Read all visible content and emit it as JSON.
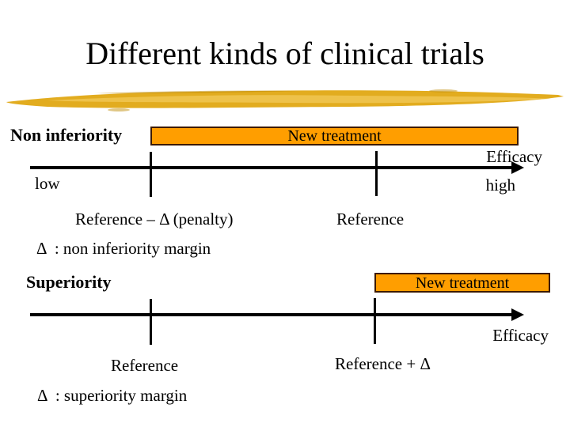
{
  "slide": {
    "title": "Different kinds of clinical trials"
  },
  "colors": {
    "bar_fill": "#FF9E00",
    "bar_border": "#3D1A00",
    "brush_gold": "#E2AC1F",
    "brush_light": "#F2CA5A",
    "axis": "#000000"
  },
  "non_inferiority": {
    "heading": "Non inferiority",
    "bar_label": "New treatment",
    "efficacy_label": "Efficacy",
    "low_label": "low",
    "high_label": "high",
    "tick1_label": "Reference – Δ (penalty)",
    "tick2_label": "Reference",
    "margin_note": "Δ  : non inferiority margin"
  },
  "superiority": {
    "heading": "Superiority",
    "bar_label": "New treatment",
    "efficacy_label": "Efficacy",
    "tick1_label": "Reference",
    "tick2_label": "Reference + Δ",
    "margin_note": "Δ  : superiority margin"
  }
}
